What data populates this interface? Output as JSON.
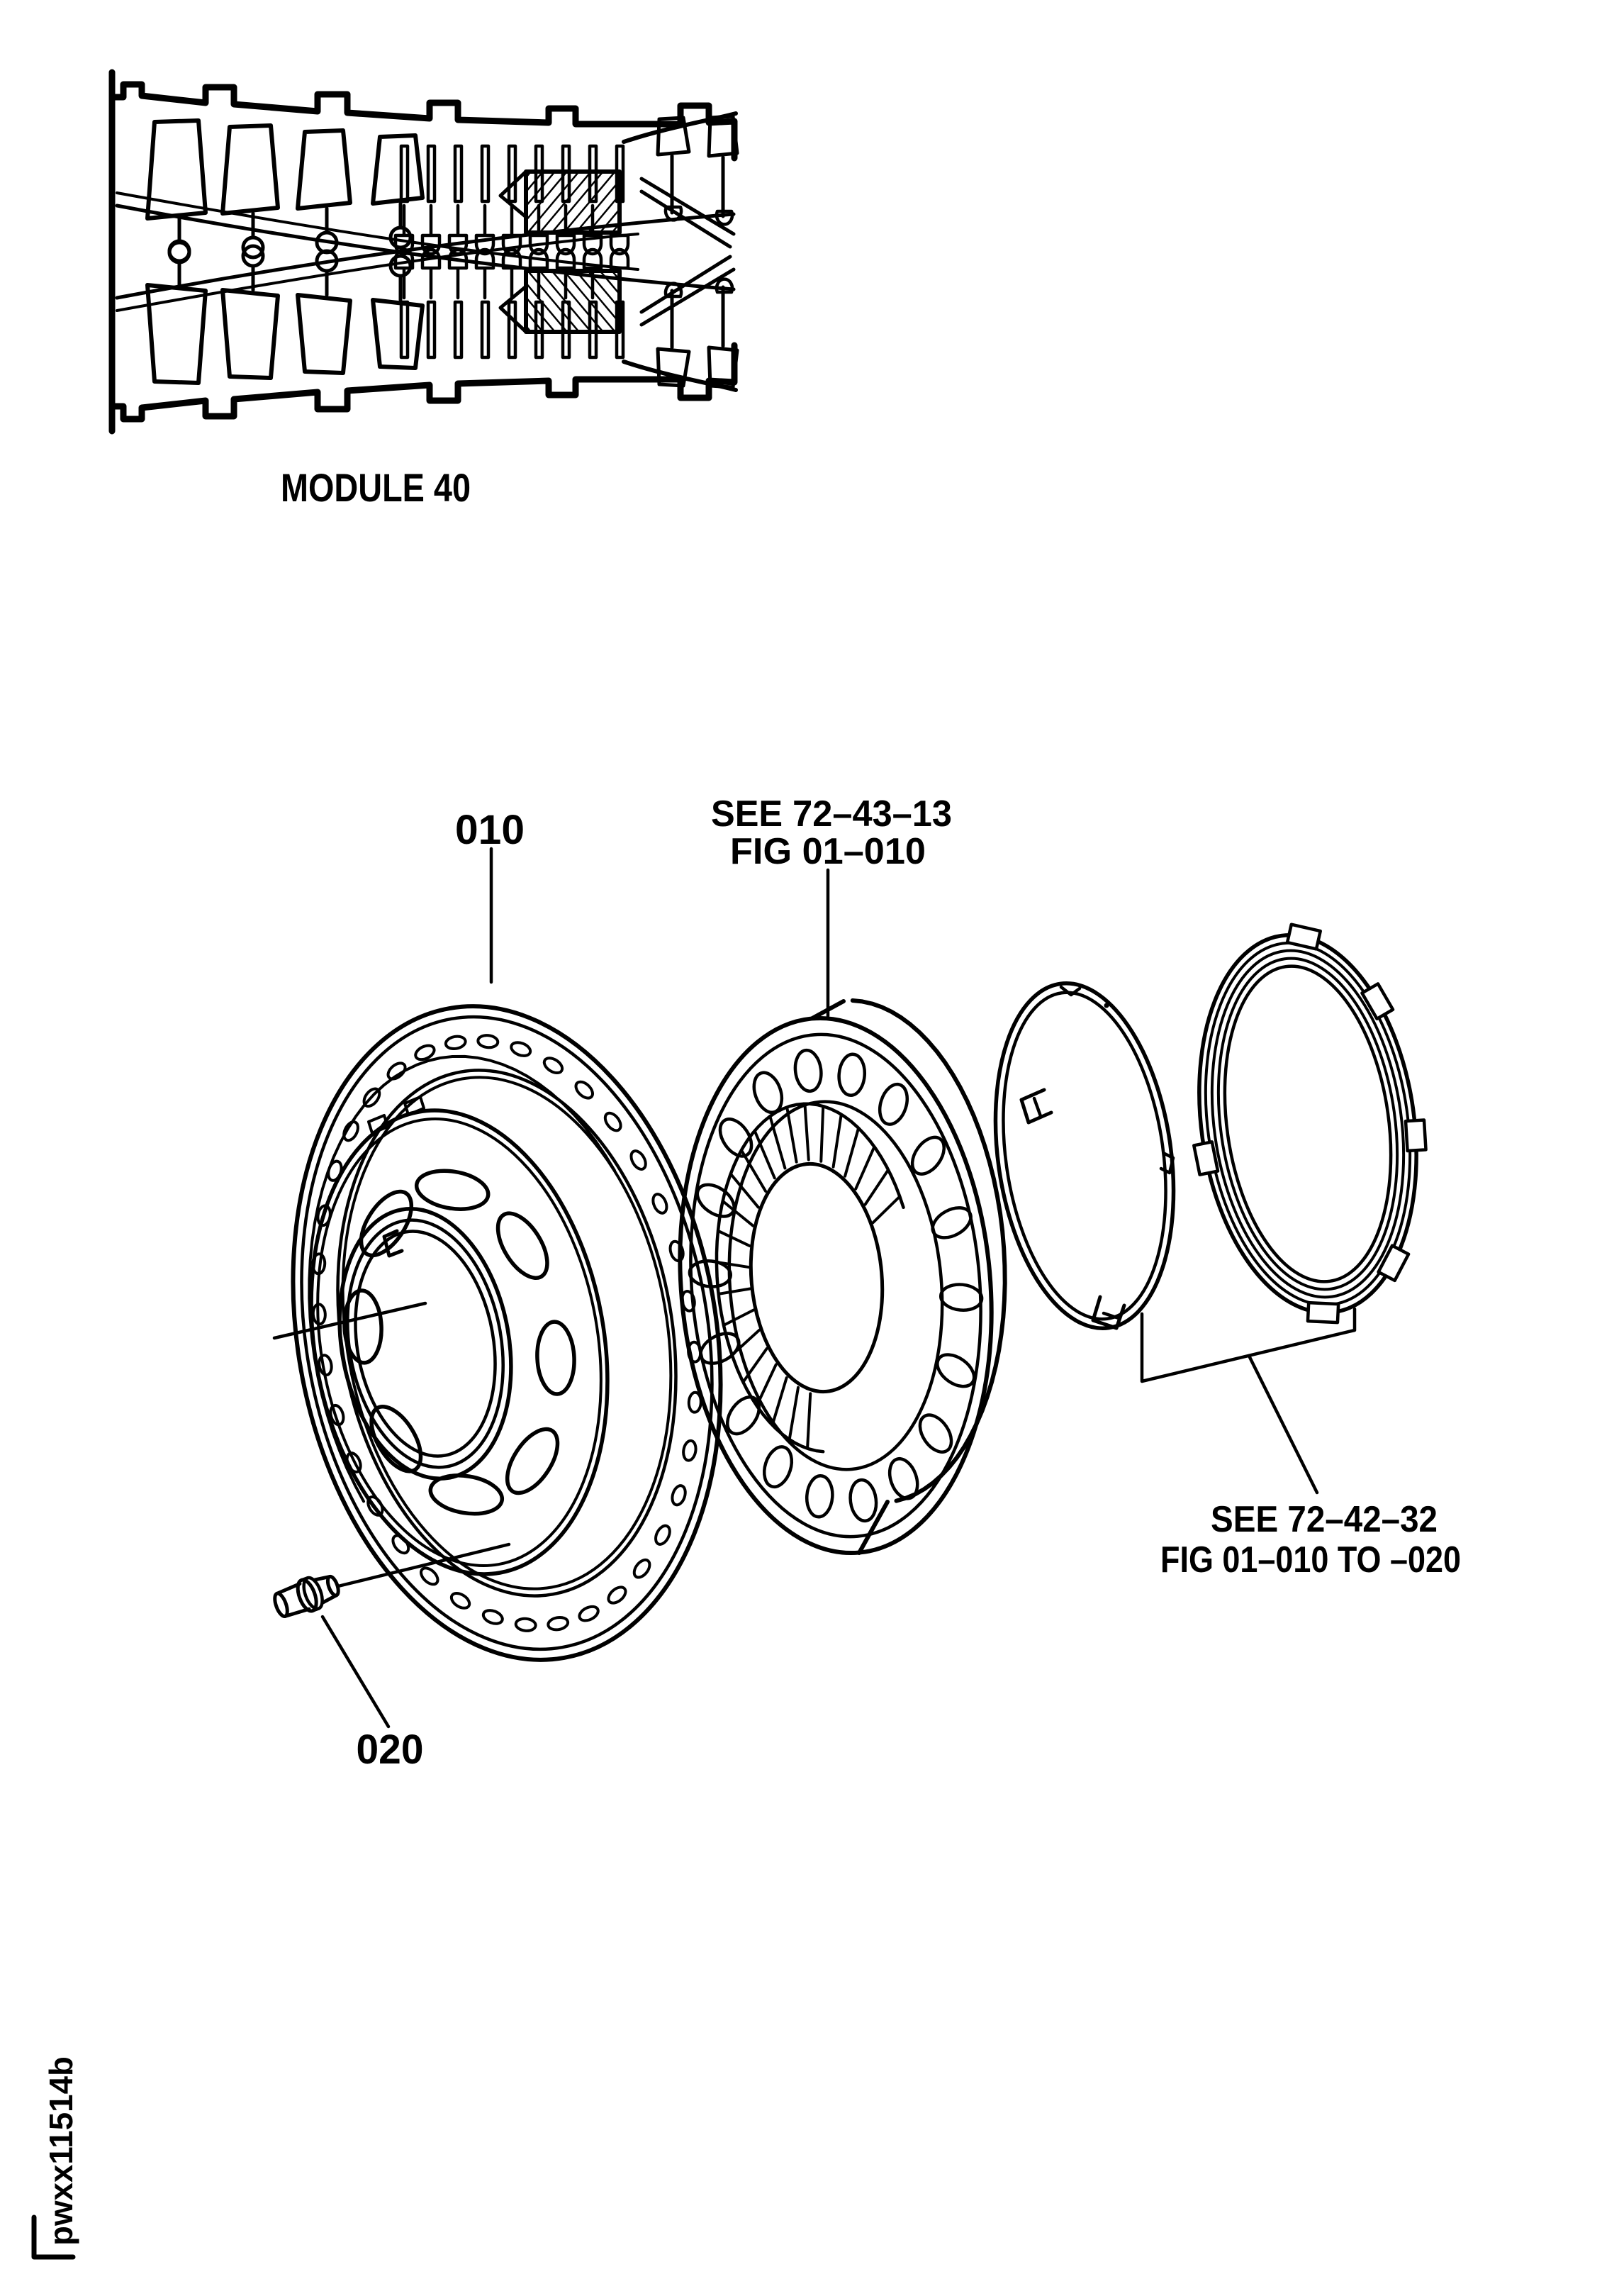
{
  "figure": {
    "ink_color": "#000000",
    "paper_color": "#ffffff",
    "module_inset": {
      "caption": "MODULE 40"
    },
    "callouts": {
      "item_010": "010",
      "item_020": "020",
      "bearing_ref": {
        "line1": "SEE 72–43–13",
        "line2": "FIG 01–010"
      },
      "rings_ref": {
        "line1": "SEE 72–42–32",
        "line2": "FIG 01–010 TO –020"
      }
    },
    "footer_code": "pwxx11514b"
  }
}
